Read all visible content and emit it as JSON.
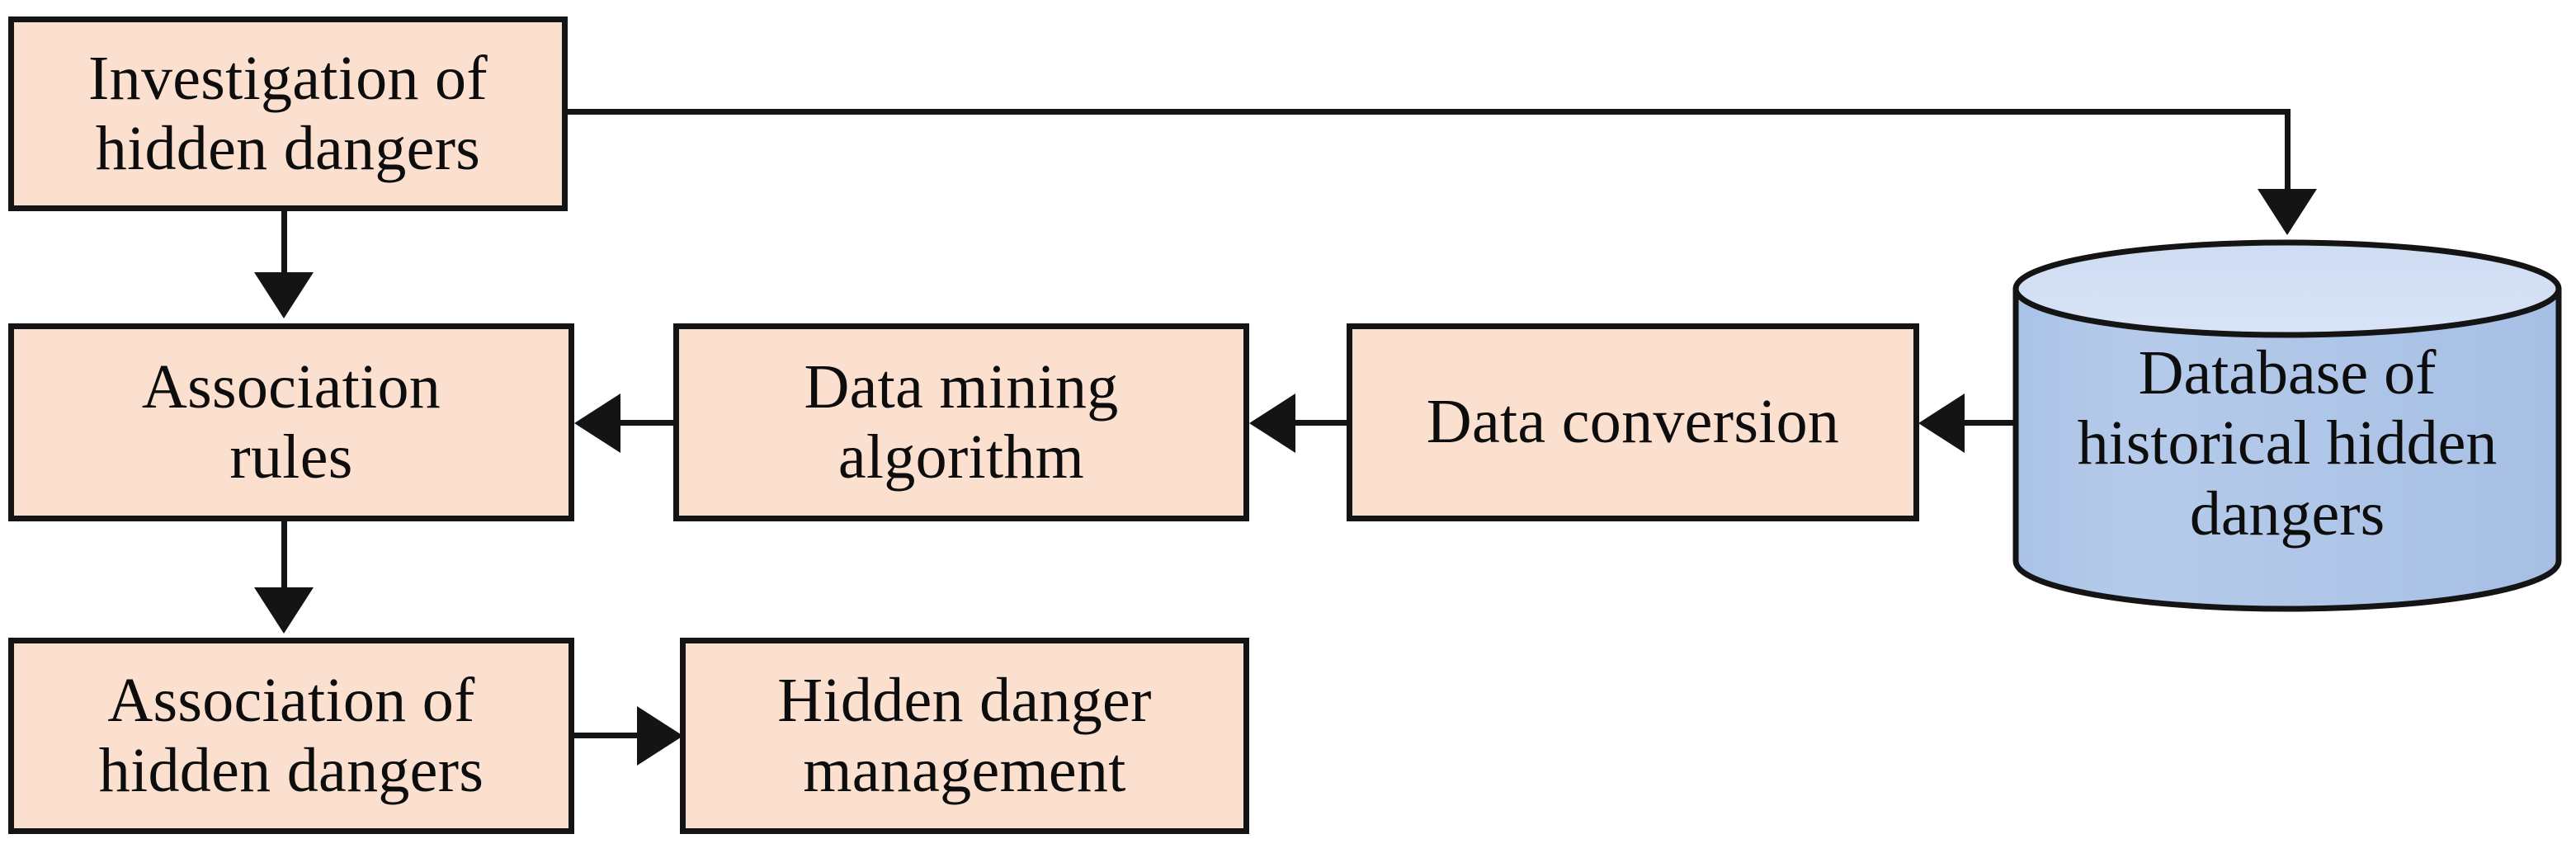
{
  "diagram": {
    "title": "Hidden danger association-rule mining flowchart",
    "background_color": "#ffffff",
    "process_fill": "#fbe0d0",
    "process_stroke": "#141414",
    "database_top_fill": "#d5e0f2",
    "database_body_fill": "#aec6e8",
    "database_stroke": "#141414",
    "text_color": "#0d0d0d"
  },
  "nodes": [
    {
      "id": "investigation",
      "shape": "process",
      "label": "Investigation of hidden dangers",
      "line1": "Investigation of",
      "line2": "hidden dangers"
    },
    {
      "id": "association-rules",
      "shape": "process",
      "label": "Association rules",
      "line1": "Association",
      "line2": "rules"
    },
    {
      "id": "data-mining-algorithm",
      "shape": "process",
      "label": "Data mining algorithm",
      "line1": "Data mining",
      "line2": "algorithm"
    },
    {
      "id": "data-conversion",
      "shape": "process",
      "label": "Data conversion",
      "line1": "Data conversion",
      "line2": ""
    },
    {
      "id": "database-historical-hidden-dangers",
      "shape": "cylinder",
      "label": "Database of historical hidden dangers",
      "line1": "Database of",
      "line2": "historical hidden",
      "line3": "dangers"
    },
    {
      "id": "association-of-hidden-dangers",
      "shape": "process",
      "label": "Association of hidden dangers",
      "line1": "Association of",
      "line2": "hidden dangers"
    },
    {
      "id": "hidden-danger-management",
      "shape": "process",
      "label": "Hidden danger management",
      "line1": "Hidden danger",
      "line2": "management"
    }
  ],
  "edges": [
    {
      "id": "investigation-to-database",
      "from": "investigation",
      "to": "database-historical-hidden-dangers",
      "label": "",
      "style": "elbow-right-down"
    },
    {
      "id": "investigation-to-association-rules",
      "from": "investigation",
      "to": "association-rules",
      "label": "",
      "style": "straight-down"
    },
    {
      "id": "database-to-data-conversion",
      "from": "database-historical-hidden-dangers",
      "to": "data-conversion",
      "label": "",
      "style": "straight-left"
    },
    {
      "id": "data-conversion-to-data-mining",
      "from": "data-conversion",
      "to": "data-mining-algorithm",
      "label": "",
      "style": "straight-left"
    },
    {
      "id": "data-mining-to-association-rules",
      "from": "data-mining-algorithm",
      "to": "association-rules",
      "label": "",
      "style": "straight-left"
    },
    {
      "id": "association-rules-to-association-of-hidden-dangers",
      "from": "association-rules",
      "to": "association-of-hidden-dangers",
      "label": "",
      "style": "straight-down"
    },
    {
      "id": "association-of-hidden-dangers-to-management",
      "from": "association-of-hidden-dangers",
      "to": "hidden-danger-management",
      "label": "",
      "style": "straight-right"
    }
  ]
}
